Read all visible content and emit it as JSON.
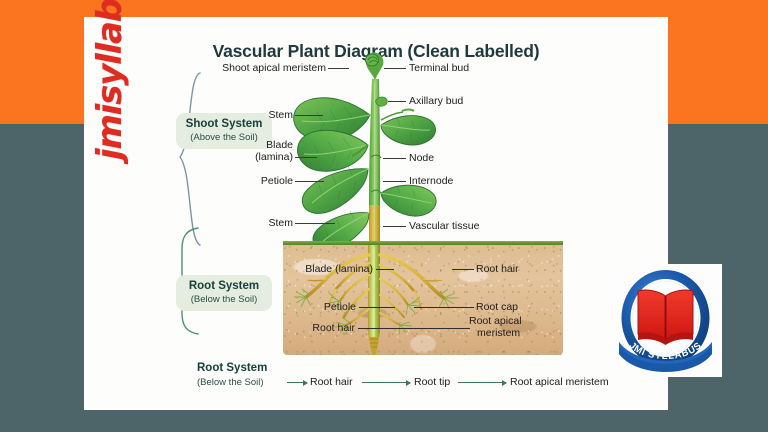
{
  "background": {
    "top_band_color": "#fb7420",
    "bottom_color": "#4d6468"
  },
  "watermark": {
    "text": "jmisyllabus.com",
    "color": "#e02b20"
  },
  "card": {
    "title": "Vascular Plant Diagram (Clean Labelled)",
    "title_color": "#1f3a3d",
    "background": "#fdfdfc"
  },
  "systems": [
    {
      "key": "shoot",
      "name": "Shoot System",
      "qualifier": "(Above the Soil)",
      "badge_color": "#e5ece0",
      "bracket_color": "#7c96a0"
    },
    {
      "key": "root",
      "name": "Root System",
      "qualifier": "(Below the Soil)",
      "badge_color": "#e5ece0",
      "bracket_color": "#4e8f74"
    }
  ],
  "shoot_labels_left": [
    {
      "text": "Shoot apical meristem"
    },
    {
      "text": "Stem"
    },
    {
      "text": "Blade",
      "text2": "(lamina)"
    },
    {
      "text": "Petiole"
    },
    {
      "text": "Stem"
    }
  ],
  "shoot_labels_right": [
    {
      "text": "Terminal bud"
    },
    {
      "text": "Axillary bud"
    },
    {
      "text": "Node"
    },
    {
      "text": "Internode"
    },
    {
      "text": "Vascular tissue"
    }
  ],
  "root_labels_left": [
    {
      "text": "Blade (lamina)"
    },
    {
      "text": "Petiole"
    },
    {
      "text": "Root hair"
    }
  ],
  "root_labels_right": [
    {
      "text": "Root hair"
    },
    {
      "text": "Root cap"
    },
    {
      "text": "Root apical",
      "text2": "meristem"
    }
  ],
  "flow": {
    "title": "Root System",
    "qualifier": "(Below the Soil)",
    "steps": [
      {
        "text": "Root hair"
      },
      {
        "text": "Root tip"
      },
      {
        "text": "Root apical meristem"
      }
    ],
    "arrow_color": "#3e7a4c"
  },
  "logo": {
    "caption": "JMI SYLLABUS",
    "ring_color": "#1a58a8",
    "book_color": "#e8201d"
  },
  "soil": {
    "grass_color": "#5c8f2d",
    "soil_color": "#e0bf94"
  },
  "plant": {
    "stem_color": "#6cb049",
    "leaf_color": "#4ea343",
    "root_color": "#d9b63a"
  }
}
